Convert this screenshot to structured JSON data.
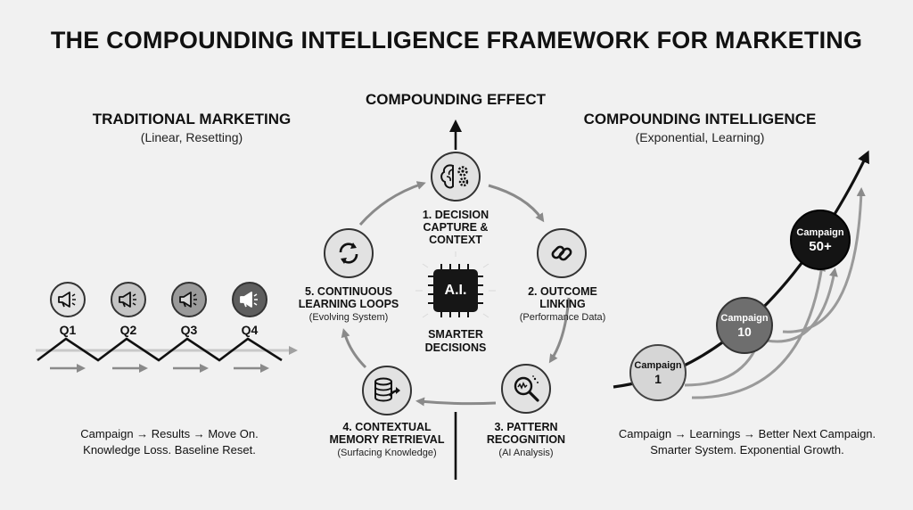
{
  "title": "THE COMPOUNDING INTELLIGENCE FRAMEWORK FOR MARKETING",
  "traditional": {
    "heading": "TRADITIONAL MARKETING",
    "subheading": "(Linear, Resetting)",
    "quarters": [
      "Q1",
      "Q2",
      "Q3",
      "Q4"
    ],
    "caption_line1": "Campaign → Results → Move On.",
    "caption_line2": "Knowledge Loss. Baseline Reset."
  },
  "framework": {
    "top_label": "COMPOUNDING EFFECT",
    "center_badge": "A.I.",
    "center_line1": "SMARTER",
    "center_line2": "DECISIONS",
    "nodes": [
      {
        "line1": "1. DECISION",
        "line2": "CAPTURE &",
        "line3": "CONTEXT",
        "sub": ""
      },
      {
        "line1": "2. OUTCOME",
        "line2": "LINKING",
        "line3": "",
        "sub": "(Performance Data)"
      },
      {
        "line1": "3. PATTERN",
        "line2": "RECOGNITION",
        "line3": "",
        "sub": "(AI Analysis)"
      },
      {
        "line1": "4. CONTEXTUAL",
        "line2": "MEMORY RETRIEVAL",
        "line3": "",
        "sub": "(Surfacing Knowledge)"
      },
      {
        "line1": "5. CONTINUOUS",
        "line2": "LEARNING LOOPS",
        "line3": "",
        "sub": "(Evolving System)"
      }
    ]
  },
  "compounding": {
    "heading": "COMPOUNDING INTELLIGENCE",
    "subheading": "(Exponential, Learning)",
    "campaigns": [
      {
        "word": "Campaign",
        "num": "1",
        "fill": "#d6d6d6",
        "text": "#111111"
      },
      {
        "word": "Campaign",
        "num": "10",
        "fill": "#6e6e6e",
        "text": "#ffffff"
      },
      {
        "word": "Campaign",
        "num": "50+",
        "fill": "#141414",
        "text": "#ffffff"
      }
    ],
    "caption_line1": "Campaign → Learnings → Better Next Campaign.",
    "caption_line2": "Smarter System. Exponential Growth."
  }
}
